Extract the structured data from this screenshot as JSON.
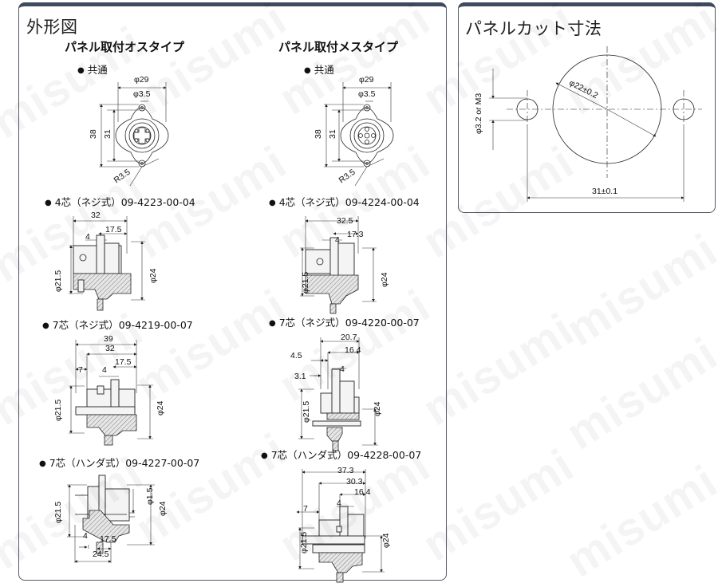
{
  "outline_panel": {
    "title": "外形図",
    "male": {
      "title": "パネル取付オスタイプ",
      "common_label": "共通",
      "front_dims": {
        "outer_dia": "φ29",
        "hole_dia": "φ3.5",
        "height": "38",
        "pitch": "31",
        "radius": "R3.5"
      },
      "variants": [
        {
          "label": "4芯（ネジ式）09-4223-00-04",
          "dims": [
            "32",
            "17.5",
            "4",
            "φ21.5",
            "φ24"
          ]
        },
        {
          "label": "7芯（ネジ式）09-4219-00-07",
          "dims": [
            "39",
            "32",
            "7",
            "17.5",
            "4",
            "φ21.5",
            "φ24"
          ]
        },
        {
          "label": "7芯（ハンダ式）09-4227-00-07",
          "dims": [
            "φ21.5",
            "φ1.5",
            "φ24",
            "4",
            "17.5",
            "24.5"
          ]
        }
      ]
    },
    "female": {
      "title": "パネル取付メスタイプ",
      "common_label": "共通",
      "front_dims": {
        "outer_dia": "φ29",
        "hole_dia": "φ3.5",
        "height": "38",
        "pitch": "31",
        "radius": "R3.5"
      },
      "variants": [
        {
          "label": "4芯（ネジ式）09-4224-00-04",
          "dims": [
            "32.5",
            "17.3",
            "4",
            "φ21.5",
            "φ24"
          ]
        },
        {
          "label": "7芯（ネジ式）09-4220-00-07",
          "dims": [
            "20.7",
            "16.4",
            "4.5",
            "3.1",
            "4",
            "φ21.5",
            "φ24"
          ]
        },
        {
          "label": "7芯（ハンダ式）09-4228-00-07",
          "dims": [
            "37.3",
            "30.3",
            "16.4",
            "7",
            "4",
            "φ21.5",
            "φ24"
          ]
        }
      ]
    }
  },
  "panel_cut": {
    "title": "パネルカット寸法",
    "hole_dia": "φ3.2 or M3",
    "center_dia": "φ22±0.2",
    "pitch": "31±0.1"
  },
  "watermark": "misumi"
}
